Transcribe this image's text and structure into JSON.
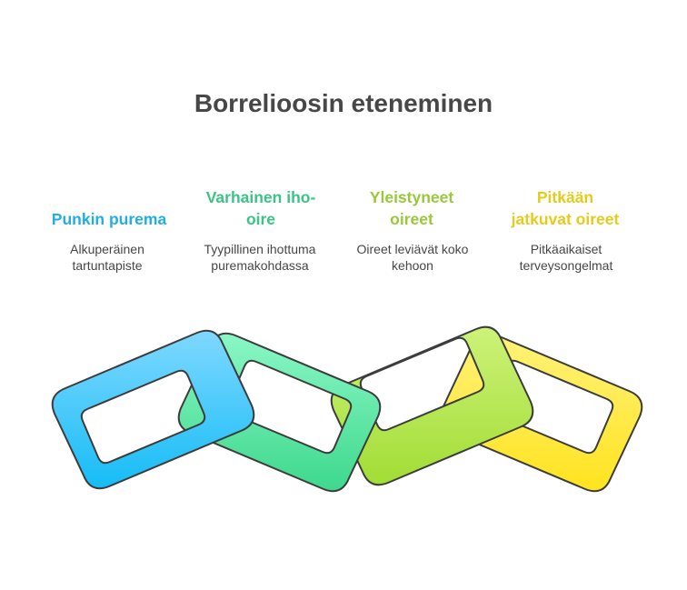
{
  "title": "Borrelioosin eteneminen",
  "colors": {
    "blue": "#23aee0",
    "green": "#3bc486",
    "lime": "#99c93a",
    "yellow": "#e4cb1d",
    "outline": "#3c3c3c",
    "text": "#474747"
  },
  "steps": [
    {
      "title_lines": [
        "Punkin purema"
      ],
      "desc_lines": [
        "Alkuperäinen",
        "tartuntapiste"
      ]
    },
    {
      "title_lines": [
        "Varhainen iho-",
        "oire"
      ],
      "desc_lines": [
        "Tyypillinen ihottuma",
        "puremakohdassa"
      ]
    },
    {
      "title_lines": [
        "Yleistyneet",
        "oireet"
      ],
      "desc_lines": [
        "Oireet leviävät koko",
        "kehoon"
      ]
    },
    {
      "title_lines": [
        "Pitkään",
        "jatkuvat oireet"
      ],
      "desc_lines": [
        "Pitkäaikaiset",
        "terveysongelmat"
      ]
    }
  ]
}
